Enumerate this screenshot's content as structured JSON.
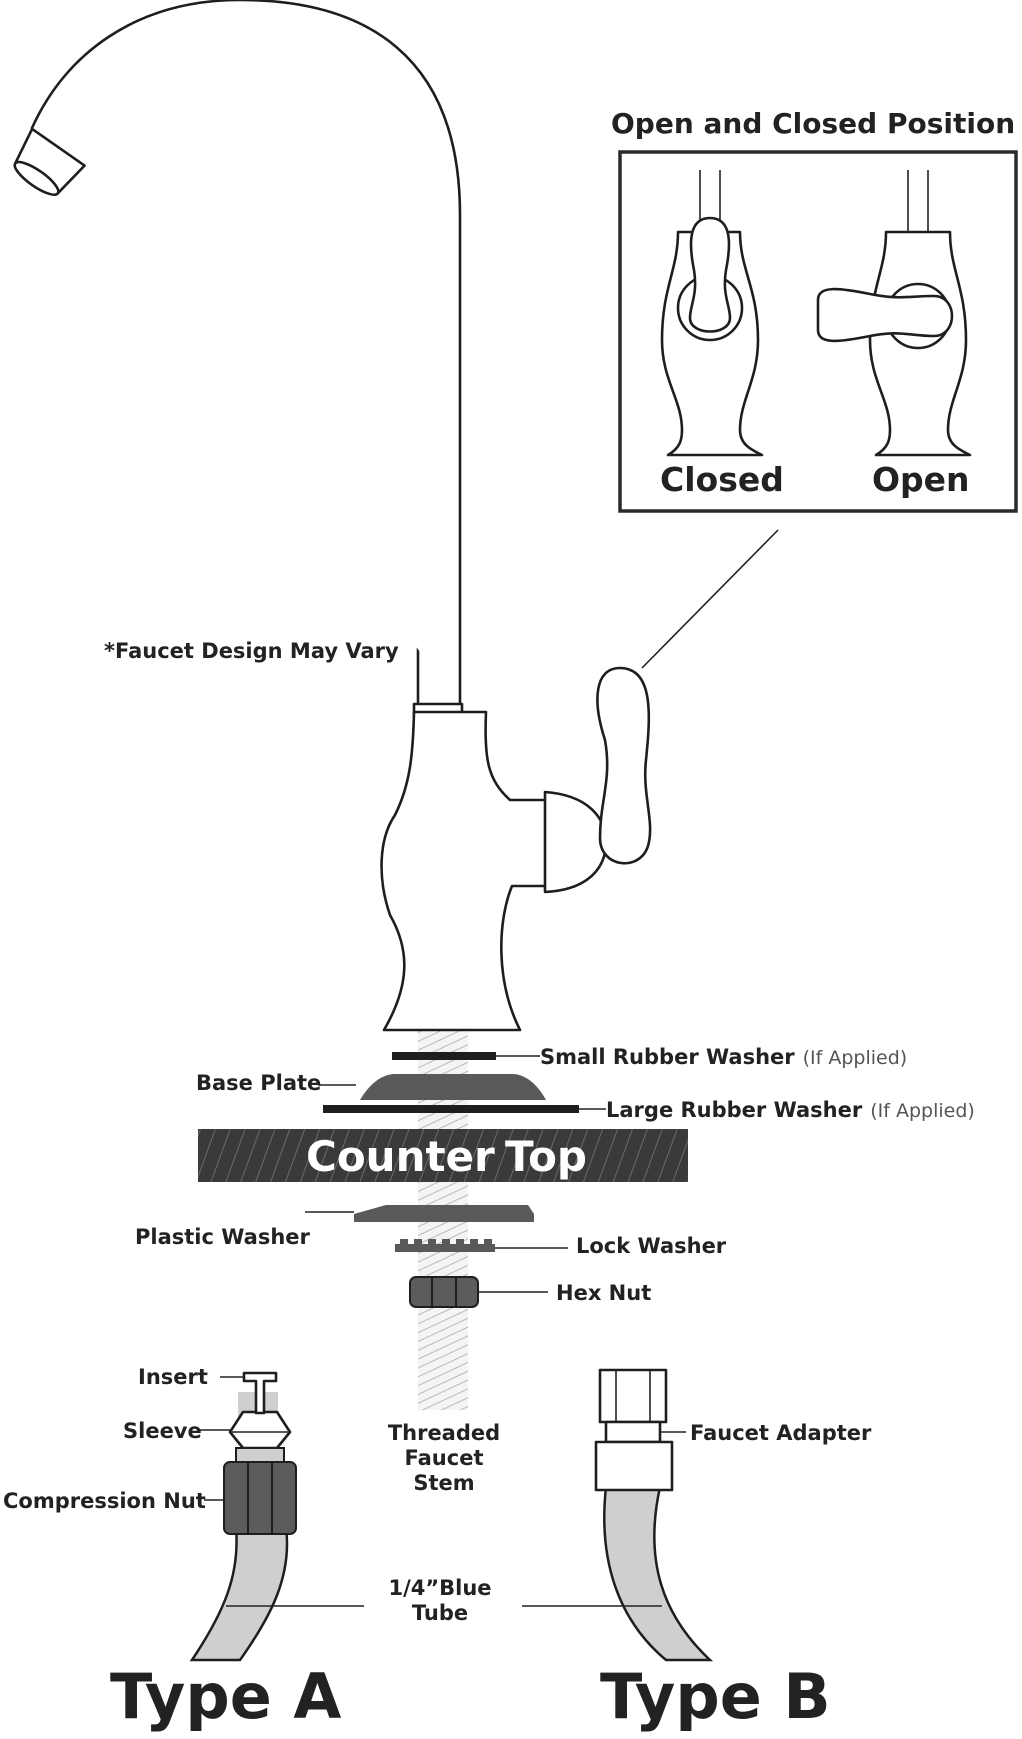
{
  "inset": {
    "title": "Open and Closed Position",
    "closed_label": "Closed",
    "open_label": "Open"
  },
  "notes": {
    "design_note": "*Faucet Design May Vary"
  },
  "parts": {
    "small_rubber_washer": "Small Rubber Washer",
    "small_rubber_washer_note": "(If Applied)",
    "base_plate": "Base Plate",
    "large_rubber_washer": "Large Rubber Washer",
    "large_rubber_washer_note": "(If Applied)",
    "counter": "Counter",
    "top": "Top",
    "plastic_washer": "Plastic Washer",
    "lock_washer": "Lock Washer",
    "hex_nut": "Hex Nut",
    "stem_line1": "Threaded",
    "stem_line2": "Faucet",
    "stem_line3": "Stem",
    "insert": "Insert",
    "sleeve": "Sleeve",
    "compression_nut": "Compression Nut",
    "faucet_adapter": "Faucet Adapter",
    "tube_line1": "1/4”Blue",
    "tube_line2": "Tube"
  },
  "types": {
    "type_a": "Type A",
    "type_b": "Type B"
  },
  "colors": {
    "outline": "#1e1e1e",
    "counter_top": "#3a3a3a",
    "washer": "#595959",
    "tube": "#cfcfcf",
    "nut": "#5c5c5c"
  }
}
